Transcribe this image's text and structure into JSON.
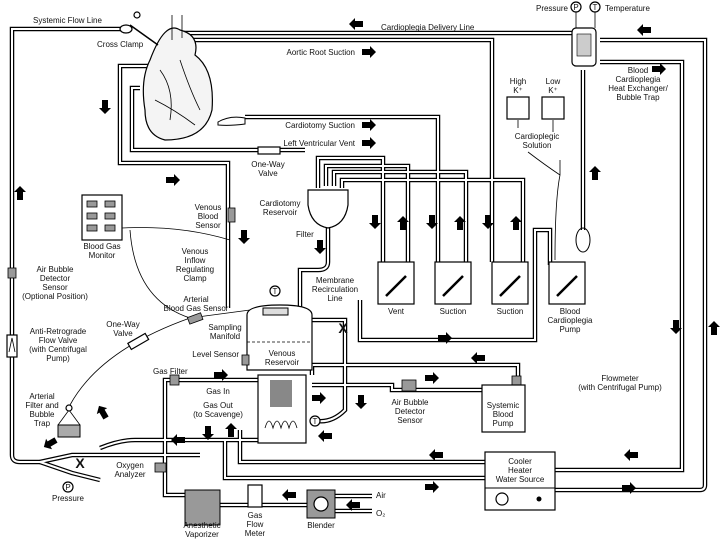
{
  "diagram": {
    "labels": {
      "systemic_flow_line": "Systemic Flow Line",
      "cross_clamp": "Cross Clamp",
      "aortic_root_suction": "Aortic Root Suction",
      "cardioplegia_delivery_line": "Cardioplegia Delivery Line",
      "pressure_top": "Pressure",
      "temperature_top": "Temperature",
      "heat_exchanger": [
        "Blood",
        "Cardioplegia",
        "Heat Exchanger/",
        "Bubble Trap"
      ],
      "high_k": [
        "High",
        "K⁺"
      ],
      "low_k": [
        "Low",
        "K⁺"
      ],
      "cardioplegic_solution": [
        "Cardioplegic",
        "Solution"
      ],
      "cardiotomy_suction": "Cardiotomy Suction",
      "left_ventricular_vent": "Left Ventricular Vent",
      "one_way_valve_top": [
        "One-Way",
        "Valve"
      ],
      "venous_blood_sensor": [
        "Venous",
        "Blood",
        "Sensor"
      ],
      "cardiotomy_reservoir": [
        "Cardiotomy",
        "Reservoir"
      ],
      "filter": "Filter",
      "blood_gas_monitor": [
        "Blood Gas",
        "Monitor"
      ],
      "venous_inflow_clamp": [
        "Venous",
        "Inflow",
        "Regulating",
        "Clamp"
      ],
      "membrane_recirculation_line": [
        "Membrane",
        "Recirculation",
        "Line"
      ],
      "air_bubble_detector_optional": [
        "Air Bubble",
        "Detector",
        "Sensor",
        "(Optional Position)"
      ],
      "arterial_blood_gas_sensor": [
        "Arterial",
        "Blood Gas Sensor"
      ],
      "one_way_valve_left": [
        "One-Way",
        "Valve"
      ],
      "sampling_manifold": [
        "Sampling",
        "Manifold"
      ],
      "anti_retrograde_valve": [
        "Anti-Retrograde",
        "Flow Valve",
        "(with Centrifugal",
        "Pump)"
      ],
      "level_sensor": "Level Sensor",
      "venous_reservoir": [
        "Venous",
        "Reservoir"
      ],
      "gas_filter": "Gas Filter",
      "gas_in": "Gas In",
      "gas_out": [
        "Gas Out",
        "(to Scavenge)"
      ],
      "arterial_filter": [
        "Arterial",
        "Filter and",
        "Bubble",
        "Trap"
      ],
      "pressure_bottom": "Pressure",
      "oxygen_analyzer": [
        "Oxygen",
        "Analyzer"
      ],
      "anesthetic_vaporizer": [
        "Anesthetic",
        "Vaporizer"
      ],
      "gas_flow_meter": [
        "Gas",
        "Flow",
        "Meter"
      ],
      "blender": "Blender",
      "air": "Air",
      "o2": "O₂",
      "vent_pump": "Vent",
      "suction_pump_1": "Suction",
      "suction_pump_2": "Suction",
      "cardioplegia_pump": [
        "Blood",
        "Cardioplegia",
        "Pump"
      ],
      "flowmeter": [
        "Flowmeter",
        "(with Centrifugal Pump)"
      ],
      "air_bubble_detector": [
        "Air Bubble",
        "Detector",
        "Sensor"
      ],
      "systemic_blood_pump": [
        "Systemic",
        "Blood",
        "Pump"
      ],
      "cooler_heater": [
        "Cooler",
        "Heater",
        "Water Source"
      ],
      "p_symbol": "P",
      "t_symbol": "T",
      "clamp_x": "X"
    },
    "colors": {
      "line": "#000000",
      "sensor": "#999999",
      "background": "#ffffff"
    }
  }
}
